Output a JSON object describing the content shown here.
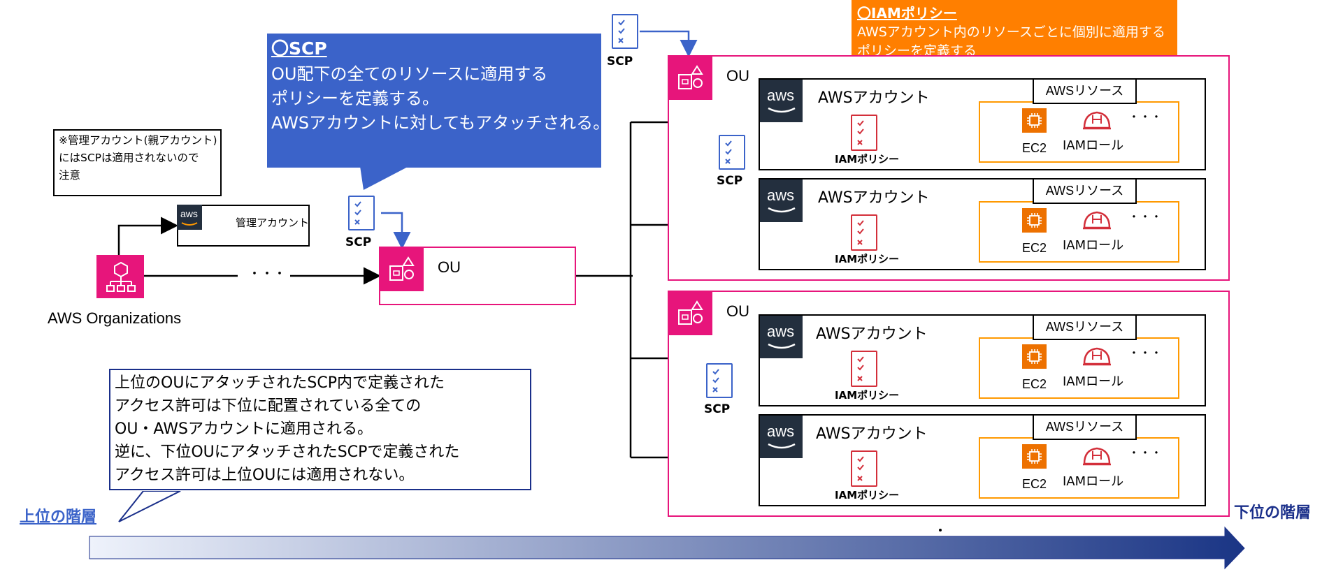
{
  "callout_scp": {
    "title": "〇SCP",
    "lines": [
      "OU配下の全てのリソースに適用する",
      "ポリシーを定義する。",
      "AWSアカウントに対してもアタッチされる。"
    ]
  },
  "callout_iam": {
    "title": "〇IAMポリシー",
    "lines": [
      "AWSアカウント内のリソースごとに個別に適用する",
      "ポリシーを定義する"
    ]
  },
  "note_mgmt": {
    "lines": [
      "※管理アカウント(親アカウント)",
      "にはSCPは適用されないので",
      "注意"
    ]
  },
  "mgmt_account_label": "管理アカウント",
  "aws_org_label": "AWS Organizations",
  "ou_label": "OU",
  "scp_label": "SCP",
  "ellipsis": "・・・",
  "aws_logo_text": "aws",
  "account_label": "AWSアカウント",
  "iam_policy_label": "IAMポリシー",
  "resource_label": "AWSリソース",
  "ec2_label": "EC2",
  "iam_role_label": "IAMロール",
  "more_dots": "・・・",
  "bottom_note": {
    "lines": [
      "上位のOUにアタッチされたSCP内で定義された",
      "アクセス許可は下位に配置されている全ての",
      "OU・AWSアカウントに適用される。",
      "逆に、下位OUにアタッチされたSCPで定義された",
      "アクセス許可は上位OUには適用されない。"
    ]
  },
  "upper_level_label": "上位の階層",
  "lower_level_label": "下位の階層",
  "colors": {
    "pink": "#e7157b",
    "blue": "#3b63c9",
    "orange": "#ff7f00",
    "aws_dark": "#232f3e",
    "ec2_orange": "#ed7100",
    "red": "#d32f3a",
    "navy": "#1a2f8a"
  }
}
